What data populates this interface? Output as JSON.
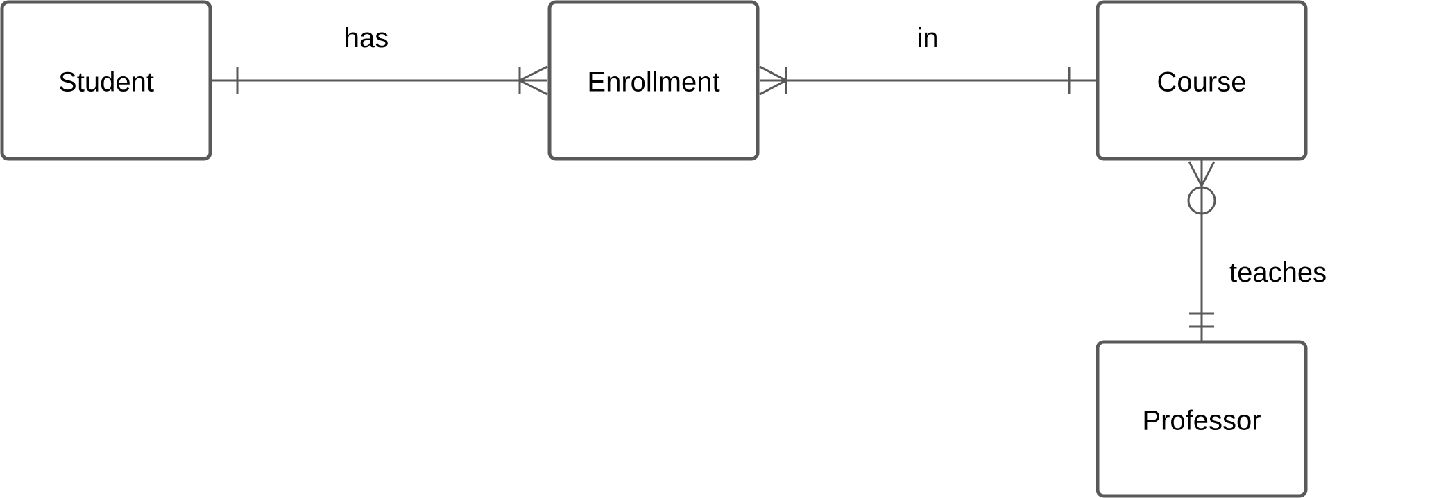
{
  "entities": {
    "student": "Student",
    "enrollment": "Enrollment",
    "course": "Course",
    "professor": "Professor"
  },
  "relationships": {
    "student_enrollment": {
      "label": "has",
      "from": "Student",
      "from_cardinality": "one",
      "to": "Enrollment",
      "to_cardinality": "one-or-many"
    },
    "enrollment_course": {
      "label": "in",
      "from": "Enrollment",
      "from_cardinality": "one-or-many",
      "to": "Course",
      "to_cardinality": "one"
    },
    "course_professor": {
      "label": "teaches",
      "from": "Course",
      "from_cardinality": "zero-or-many",
      "to": "Professor",
      "to_cardinality": "one-and-only-one"
    }
  },
  "colors": {
    "line": "#595959",
    "text": "#000000",
    "background": "#ffffff"
  }
}
